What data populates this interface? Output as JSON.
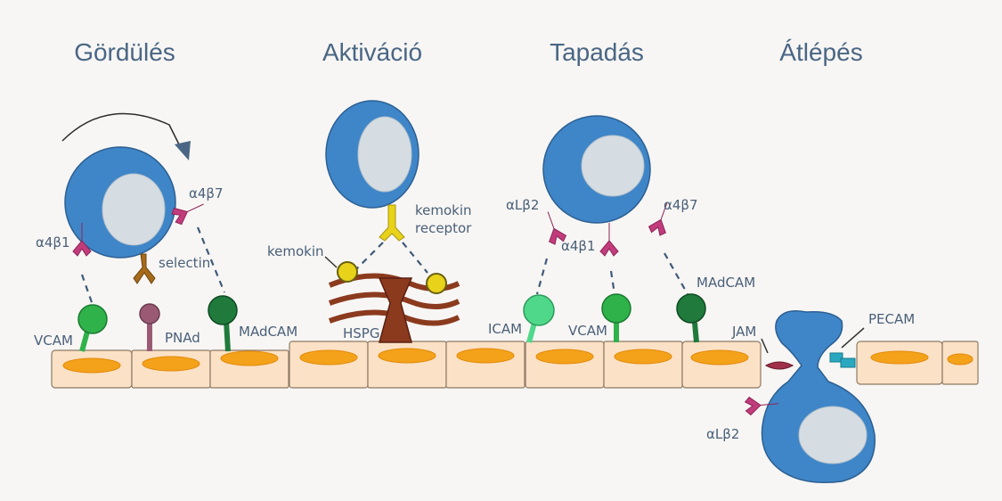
{
  "stages": {
    "rolling": "Gördülés",
    "activation": "Aktiváció",
    "adhesion": "Tapadás",
    "transmigration": "Átlépés"
  },
  "labels": {
    "a4b1": "α4β1",
    "a4b7_rolling": "α4β7",
    "selectin": "selectin",
    "vcam_rolling": "VCAM",
    "pnad": "PNAd",
    "madcam_rolling": "MAdCAM",
    "kemokin": "kemokin",
    "kemokin_receptor_1": "kemokin",
    "kemokin_receptor_2": "receptor",
    "hspg": "HSPG",
    "alb2_adhesion": "αLβ2",
    "a4b1_adhesion": "α4β1",
    "a4b7_adhesion": "α4β7",
    "icam": "ICAM",
    "vcam_adhesion": "VCAM",
    "madcam_adhesion": "MAdCAM",
    "jam": "JAM",
    "pecam": "PECAM",
    "alb2_transmigration": "αLβ2"
  },
  "colors": {
    "title": "#4a6684",
    "label": "#4a5f78",
    "lymphocyte": "#3f86c8",
    "endothelium": "#fbe1c5",
    "nucleus": "#f3a21a",
    "integrin": "#c23c7c",
    "vcam": "#2fb24a",
    "madcam": "#1f7a3c",
    "icam": "#4fd88a",
    "pnad": "#9a5a74",
    "selectin": "#a66a1a",
    "chemokine": "#e8d21a",
    "hspg": "#8b3a1e",
    "jam": "#a0304a",
    "pecam": "#2aa8c0"
  },
  "icons": {
    "rolling_arrow": "curved-arrow-icon"
  }
}
